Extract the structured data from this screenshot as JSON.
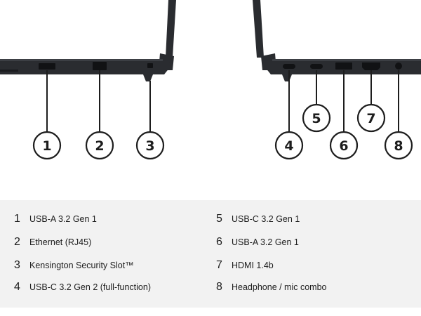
{
  "callouts": [
    {
      "num": "1",
      "label": "USB-A 3.2 Gen 1"
    },
    {
      "num": "2",
      "label": "Ethernet (RJ45)"
    },
    {
      "num": "3",
      "label": "Kensington Security Slot™"
    },
    {
      "num": "4",
      "label": "USB-C 3.2 Gen 2 (full-function)"
    },
    {
      "num": "5",
      "label": "USB-C 3.2 Gen 1"
    },
    {
      "num": "6",
      "label": "USB-A 3.2 Gen 1"
    },
    {
      "num": "7",
      "label": "HDMI 1.4b"
    },
    {
      "num": "8",
      "label": "Headphone / mic combo"
    }
  ],
  "colors": {
    "laptop_body": "#2a2c30",
    "laptop_edge": "#3c3f44",
    "port": "#111214",
    "leader_line": "#1d1d1d",
    "legend_bg": "#f2f2f2"
  },
  "icons": [
    "laptop-left-side",
    "laptop-right-side",
    "usb-a-port",
    "ethernet-port",
    "kensington-slot",
    "usb-c-port",
    "hdmi-port",
    "audio-jack"
  ]
}
